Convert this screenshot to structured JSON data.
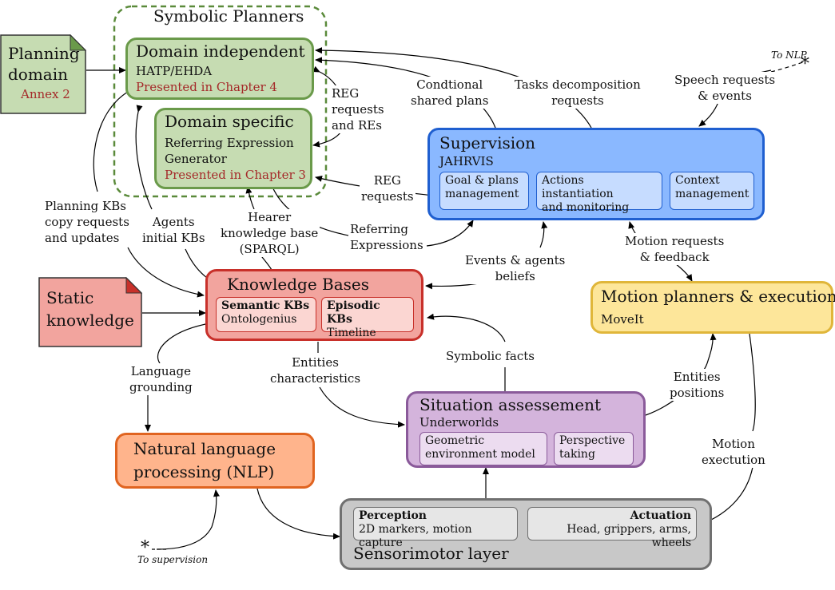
{
  "symbolic_planners": {
    "title": "Symbolic Planners",
    "domain_independent": {
      "title": "Domain independent",
      "line1": "HATP/EHDA",
      "line2": "Presented in Chapter 4"
    },
    "domain_specific": {
      "title": "Domain specific",
      "line1": "Referring Expression",
      "line2": "Generator",
      "line3": "Presented in Chapter 3"
    }
  },
  "planning_domain": {
    "line1": "Planning",
    "line2": "domain",
    "line3": "Annex 2"
  },
  "static_knowledge": {
    "line1": "Static",
    "line2": "knowledge"
  },
  "supervision": {
    "title": "Supervision",
    "subtitle": "JAHRVIS",
    "modules": [
      {
        "line1": "Goal & plans",
        "line2": "management"
      },
      {
        "line1": "Actions instantiation",
        "line2": "and monitoring"
      },
      {
        "line1": "Context",
        "line2": "management"
      }
    ]
  },
  "knowledge_bases": {
    "title": "Knowledge Bases",
    "semantic": {
      "title": "Semantic KBs",
      "sub": "Ontologenius"
    },
    "episodic": {
      "title": "Episodic KBs",
      "sub": "Timeline"
    }
  },
  "motion_planners": {
    "title": "Motion planners & execution",
    "subtitle": "MoveIt"
  },
  "situation_assessment": {
    "title": "Situation assessement",
    "subtitle": "Underworlds",
    "modules": [
      {
        "line1": "Geometric",
        "line2": "environment model"
      },
      {
        "line1": "Perspective",
        "line2": "taking"
      }
    ]
  },
  "nlp": {
    "line1": "Natural language",
    "line2": "processing (NLP)"
  },
  "sensorimotor": {
    "title": "Sensorimotor layer",
    "perception": {
      "title": "Perception",
      "sub": "2D markers, motion capture"
    },
    "actuation": {
      "title": "Actuation",
      "sub": "Head, grippers, arms, wheels"
    }
  },
  "labels": {
    "conditional_shared_plans": {
      "line1": "Condtional",
      "line2": "shared plans"
    },
    "tasks_decomposition": {
      "line1": "Tasks decomposition",
      "line2": "requests"
    },
    "speech_requests": {
      "line1": "Speech requests",
      "line2": "& events"
    },
    "to_nlp": "To NLP",
    "reg_requests_res": {
      "line1": "REG",
      "line2": "requests",
      "line3": "and REs"
    },
    "reg_requests": {
      "line1": "REG",
      "line2": "requests"
    },
    "planning_kbs": {
      "line1": "Planning KBs",
      "line2": "copy requests",
      "line3": "and updates"
    },
    "agents_initial": {
      "line1": "Agents",
      "line2": "initial KBs"
    },
    "hearer_kb": {
      "line1": "Hearer",
      "line2": "knowledge base",
      "line3": "(SPARQL)"
    },
    "referring_expressions": {
      "line1": "Referring",
      "line2": "Expressions"
    },
    "events_beliefs": {
      "line1": "Events & agents",
      "line2": "beliefs"
    },
    "motion_requests": {
      "line1": "Motion requests",
      "line2": "& feedback"
    },
    "language_grounding": {
      "line1": "Language",
      "line2": "grounding"
    },
    "entities_characteristics": {
      "line1": "Entities",
      "line2": "characteristics"
    },
    "symbolic_facts": "Symbolic facts",
    "entities_positions": {
      "line1": "Entities",
      "line2": "positions"
    },
    "motion_execution": {
      "line1": "Motion",
      "line2": "exectution"
    },
    "to_supervision": "To supervision",
    "star": "*"
  },
  "colors": {
    "green_fill": "#c6dcb2",
    "green_border": "#6a9a4a",
    "blue_fill": "#8ab8ff",
    "blue_border": "#1f5fd0",
    "blue_sub": "#c6dcff",
    "red_fill": "#f2a49e",
    "red_border": "#c8302a",
    "red_sub": "#fbd6d2",
    "yellow_fill": "#fde69a",
    "yellow_border": "#e0b63a",
    "purple_fill": "#d4b4dc",
    "purple_border": "#8a5a9a",
    "purple_sub": "#ecdcf0",
    "orange_fill": "#ffb48c",
    "orange_border": "#e06420",
    "gray_fill": "#c8c8c8",
    "gray_border": "#707070",
    "gray_sub": "#e6e6e6"
  }
}
